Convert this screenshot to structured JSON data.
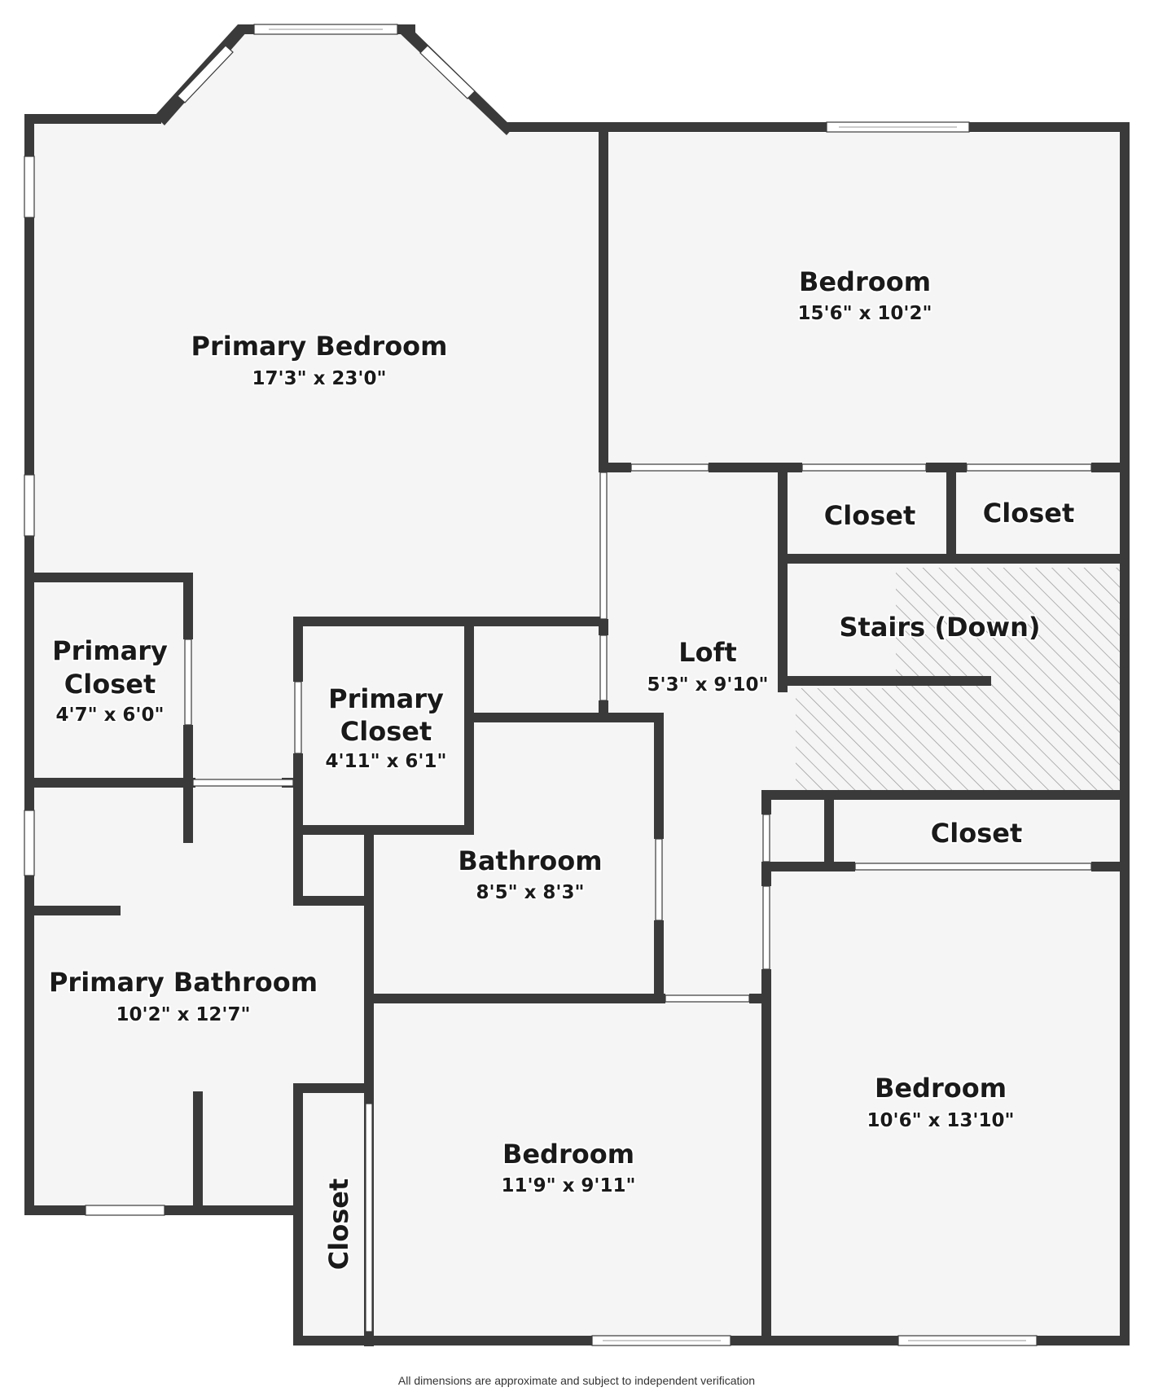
{
  "rooms": {
    "primary_bedroom": {
      "name": "Primary Bedroom",
      "dims": "17'3\" x 23'0\""
    },
    "bedroom_ne": {
      "name": "Bedroom",
      "dims": "15'6\" x 10'2\""
    },
    "closet_1": {
      "name": "Closet"
    },
    "closet_2": {
      "name": "Closet"
    },
    "stairs": {
      "name": "Stairs (Down)"
    },
    "loft": {
      "name": "Loft",
      "dims": "5'3\" x 9'10\""
    },
    "primary_closet_1": {
      "name_line1": "Primary",
      "name_line2": "Closet",
      "dims": "4'7\" x 6'0\""
    },
    "primary_closet_2": {
      "name_line1": "Primary",
      "name_line2": "Closet",
      "dims": "4'11\" x 6'1\""
    },
    "bathroom": {
      "name": "Bathroom",
      "dims": "8'5\" x 8'3\""
    },
    "closet_3": {
      "name": "Closet"
    },
    "primary_bathroom": {
      "name": "Primary Bathroom",
      "dims": "10'2\" x 12'7\""
    },
    "bedroom_se": {
      "name": "Bedroom",
      "dims": "10'6\" x 13'10\""
    },
    "bedroom_s": {
      "name": "Bedroom",
      "dims": "11'9\" x 9'11\""
    },
    "closet_4": {
      "name": "Closet"
    }
  },
  "disclaimer": "All dimensions are approximate and subject to independent verification",
  "colors": {
    "wall": "#3a3a3a",
    "floor": "#f5f5f5",
    "stairs_hatch": "#9a9a9a"
  }
}
